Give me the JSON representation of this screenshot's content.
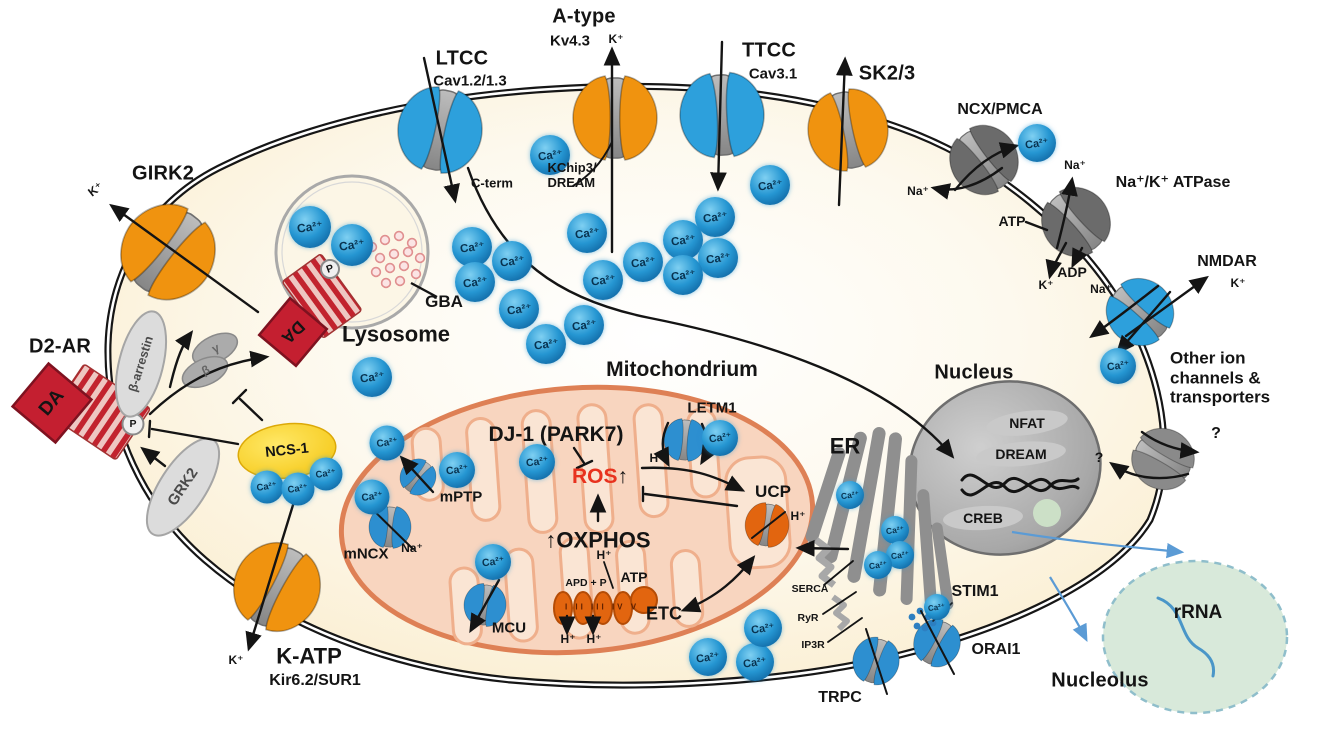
{
  "organelles": {
    "lysosome": "Lysosome",
    "mitochondrium": "Mitochondrium",
    "er": "ER",
    "nucleus": "Nucleus",
    "nucleolus": "Nucleolus"
  },
  "plasma_channels": {
    "girk2": "GIRK2",
    "ltcc": "LTCC",
    "ltcc_sub": "Cav1.2/1.3",
    "atype": "A-type",
    "atype_sub": "Kv4.3",
    "ttcc": "TTCC",
    "ttcc_sub": "Cav3.1",
    "sk": "SK2/3",
    "ncx_pmca": "NCX/PMCA",
    "nak_atpase": "Na⁺/K⁺ ATPase",
    "nmdar": "NMDAR",
    "katp": "K-ATP",
    "katp_sub": "Kir6.2/SUR1",
    "trpc": "TRPC",
    "orai1": "ORAI1",
    "stim1": "STIM1",
    "other": "Other ion channels & transporters"
  },
  "dopamine_signaling": {
    "d2ar": "D2-AR",
    "da": "DA",
    "p": "P",
    "beta_arrestin": "β-arrestin",
    "beta": "β",
    "gamma": "γ",
    "grk2": "GRK2",
    "ncs1": "NCS-1",
    "cterm": "C-term",
    "kchip3_line1": "KChip3/",
    "kchip3_line2": "DREAM",
    "gba": "GBA"
  },
  "mitochondrium_items": {
    "dj1": "DJ-1 (PARK7)",
    "ros": "ROS",
    "ros_up": "↑",
    "oxphos_up": "↑",
    "oxphos": "OXPHOS",
    "mptp": "mPTP",
    "mncx": "mNCX",
    "mcu": "MCU",
    "letm1": "LETM1",
    "ucp": "UCP",
    "etc": "ETC",
    "etc_complexes": "I II III IV V",
    "apd_p": "APD + P",
    "atp": "ATP"
  },
  "er_items": {
    "serca": "SERCA",
    "ryr": "RyR",
    "ip3r": "IP3R"
  },
  "nucleus_items": {
    "nfat": "NFAT",
    "dream": "DREAM",
    "creb": "CREB"
  },
  "nucleolus_items": {
    "rrna": "rRNA"
  },
  "ions": {
    "ca": "Ca²⁺",
    "na": "Na⁺",
    "k": "K⁺",
    "h": "H⁺",
    "atp": "ATP",
    "adp": "ADP",
    "question": "?"
  }
}
